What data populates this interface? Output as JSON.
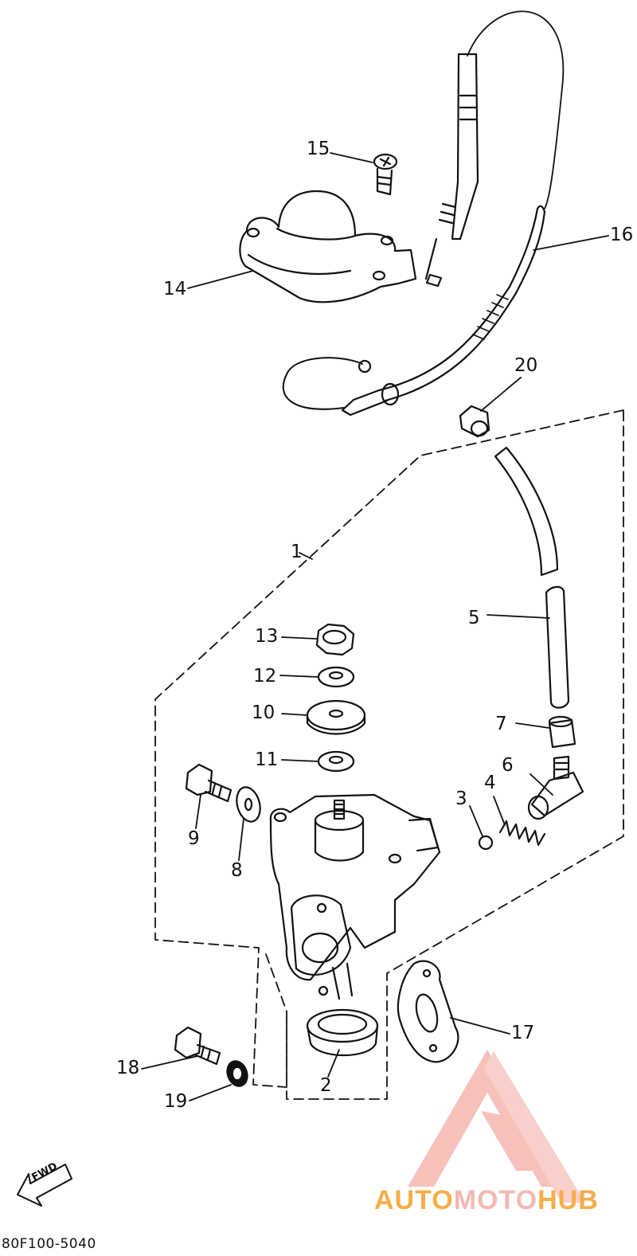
{
  "callouts": [
    {
      "id": "c1",
      "text": "1"
    },
    {
      "id": "c2",
      "text": "2"
    },
    {
      "id": "c3",
      "text": "3"
    },
    {
      "id": "c4",
      "text": "4"
    },
    {
      "id": "c5",
      "text": "5"
    },
    {
      "id": "c6",
      "text": "6"
    },
    {
      "id": "c7",
      "text": "7"
    },
    {
      "id": "c8",
      "text": "8"
    },
    {
      "id": "c9",
      "text": "9"
    },
    {
      "id": "c10",
      "text": "10"
    },
    {
      "id": "c11",
      "text": "11"
    },
    {
      "id": "c12",
      "text": "12"
    },
    {
      "id": "c13",
      "text": "13"
    },
    {
      "id": "c14",
      "text": "14"
    },
    {
      "id": "c15",
      "text": "15"
    },
    {
      "id": "c16",
      "text": "16"
    },
    {
      "id": "c17",
      "text": "17"
    },
    {
      "id": "c18",
      "text": "18"
    },
    {
      "id": "c19",
      "text": "19"
    },
    {
      "id": "c20",
      "text": "20"
    }
  ],
  "fwd_label": "FWD",
  "diagram_code": "80F100-5040",
  "watermark": {
    "part1": "AUTO",
    "part2": "MOTO",
    "part3": "HUB",
    "color_orange": "#f5ad4a",
    "color_pink": "#f2b9b3"
  }
}
